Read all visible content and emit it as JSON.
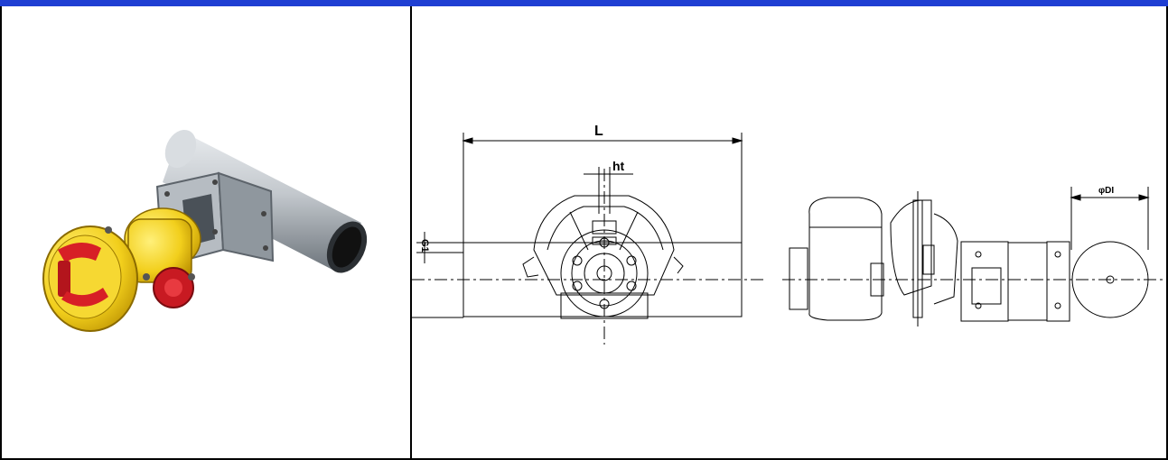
{
  "header": {
    "bar_color": "#1f3fd3"
  },
  "photo": {
    "housing_color": "#f2cf1c",
    "handle_color": "#d71f26",
    "pipe_color": "#c8ccd0"
  },
  "drawing": {
    "front_view": {
      "length_label": "L",
      "hub_label": "ht",
      "offset_label": "G1"
    },
    "side_view": {
      "diameter_label": "φDI"
    }
  }
}
